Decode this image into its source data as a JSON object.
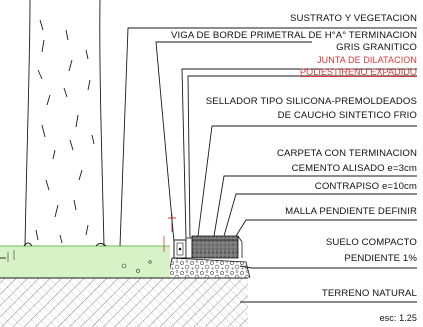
{
  "labels": {
    "sustrato": "SUSTRATO Y VEGETACION",
    "viga_1": "VIGA DE BORDE PRIMETRAL DE H°A° TERMINACION",
    "viga_2": "GRIS GRANITICO",
    "junta": "JUNTA DE DILATACION",
    "poliestireno": "POLIESTIRENO EXPADIDO",
    "sellador_1": "SELLADOR TIPO SILICONA-PREMOLDEADOS",
    "sellador_2": "DE CAUCHO SINTETICO FRIO",
    "carpeta_1": "CARPETA CON TERMINACION",
    "carpeta_2": "CEMENTO ALISADO e=3cm",
    "contrapiso": "CONTRAPISO e=10cm",
    "malla": "MALLA PENDIENTE DEFINIR",
    "suelo_1": "SUELO COMPACTO",
    "suelo_2": "PENDIENTE 1%",
    "terreno": "TERRENO NATURAL",
    "escala": "esc: 1.25"
  },
  "colors": {
    "line": "#1a1a1a",
    "vegetation": "#d6f2c6",
    "accent_red": "#d93a3a",
    "concrete_dark": "#555555"
  }
}
